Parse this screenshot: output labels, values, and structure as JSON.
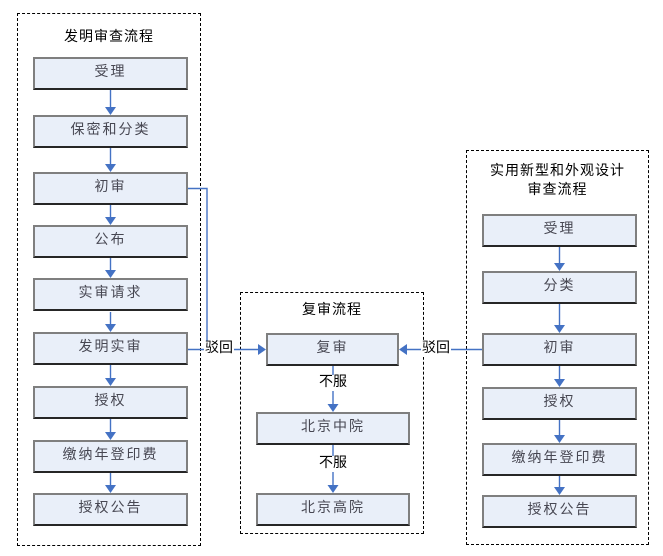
{
  "panels": {
    "invention": {
      "title": "发明审查流程",
      "steps": [
        "受理",
        "保密和分类",
        "初审",
        "公布",
        "实审请求",
        "发明实审",
        "授权",
        "缴纳年登印费",
        "授权公告"
      ]
    },
    "reexam": {
      "title": "复审流程",
      "steps": [
        "复审",
        "北京中院",
        "北京高院"
      ],
      "edge_labels": [
        "不服",
        "不服"
      ]
    },
    "utility": {
      "title_line1": "实用新型和外观设计",
      "title_line2": "审查流程",
      "steps": [
        "受理",
        "分类",
        "初审",
        "授权",
        "缴纳年登印费",
        "授权公告"
      ]
    }
  },
  "connectors": {
    "reject_left": "驳回",
    "reject_right": "驳回"
  },
  "colors": {
    "arrow": "#4472c4",
    "box_fill": "#e9eff9",
    "box_border": "#7f7f7f",
    "box_shadow": "#262626",
    "panel_border": "#000000",
    "box_text": "#474752",
    "title_text": "#000000",
    "label_text": "#000000"
  }
}
